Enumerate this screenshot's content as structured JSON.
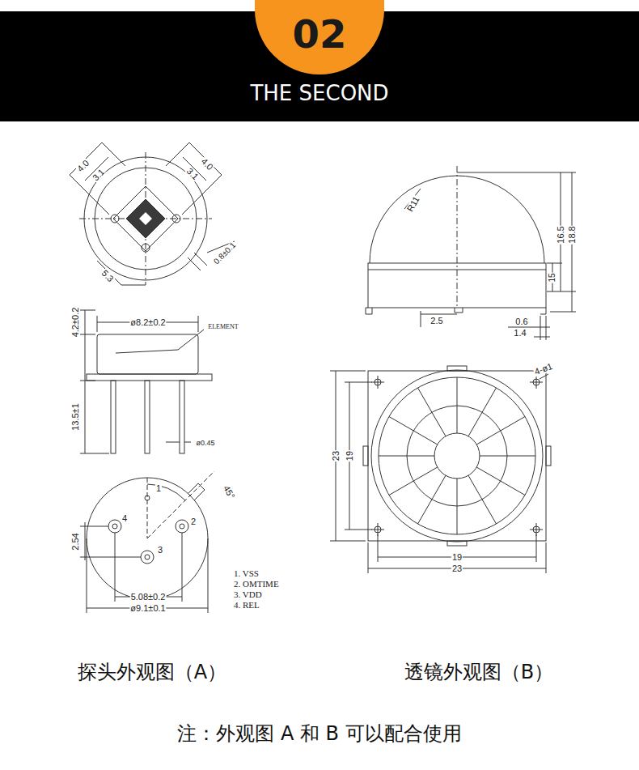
{
  "diagram": {
    "nodes": [
      {
        "text": [
          "THE SECOND"
        ]
      },
      {
        "text": [
          "02"
        ],
        "in": 0
      }
    ],
    "labels": [
      "4.0",
      "3.1",
      "4.0",
      "3.1",
      "0.8±0.1",
      "5.3",
      "4.2±0.2",
      "ø8.2±0.2",
      "ELEMENT",
      "13.5±1",
      "ø0.45",
      "1",
      "2",
      "3",
      "4",
      "45°",
      "2.54",
      "5.08±0.2",
      "ø9.1±0.1",
      "1. VSS",
      "2. OMTIME",
      "3. VDD",
      "4. REL",
      "R11",
      "16.5",
      "18.8",
      "15",
      "2.5",
      "0.6",
      "1.4",
      "4-ø1",
      "23",
      "19",
      "19",
      "23",
      "探头外观图（A）",
      "透镜外观图（B）",
      "注：外观图 A 和 B 可以配合使用"
    ]
  }
}
